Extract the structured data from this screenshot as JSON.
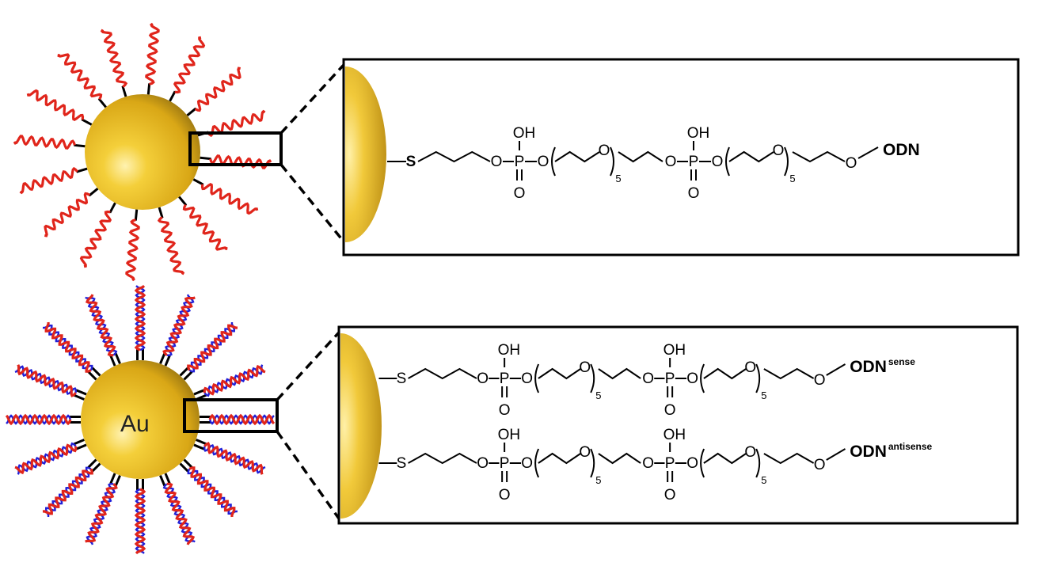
{
  "colors": {
    "gold": "#e3b51e",
    "strand_red": "#e0251b",
    "strand_blue": "#2020d8",
    "linker": "#000000"
  },
  "atoms": {
    "S": "S",
    "O": "O",
    "P": "P",
    "OH": "OH",
    "repeat": "5"
  },
  "top": {
    "particle_label": "",
    "terminal": "ODN"
  },
  "bottom": {
    "particle_label": "Au",
    "sense": {
      "terminal": "ODN",
      "superscript": "sense"
    },
    "antisense": {
      "terminal": "ODN",
      "superscript": "antisense"
    }
  }
}
